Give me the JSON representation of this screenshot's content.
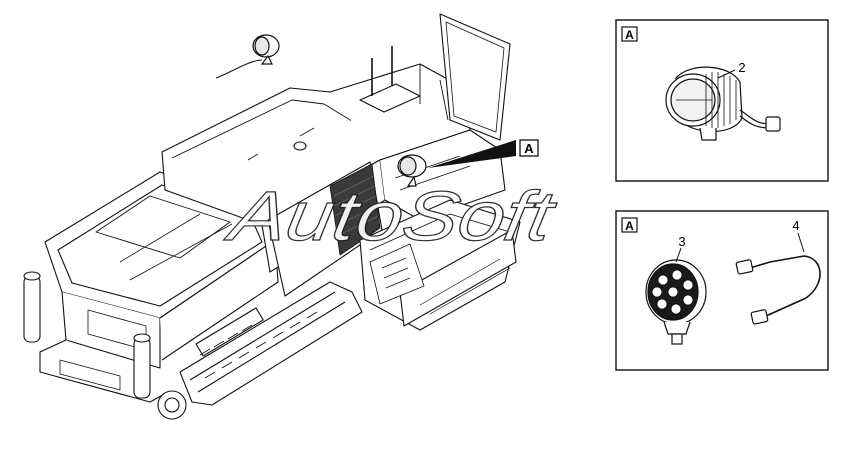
{
  "watermark": "AutoSoft",
  "main_callout": {
    "label": "A"
  },
  "detail_top": {
    "box_label": "A",
    "parts": [
      {
        "number": "2"
      }
    ]
  },
  "detail_bottom": {
    "box_label": "A",
    "parts": [
      {
        "number": "3"
      },
      {
        "number": "4"
      }
    ]
  }
}
